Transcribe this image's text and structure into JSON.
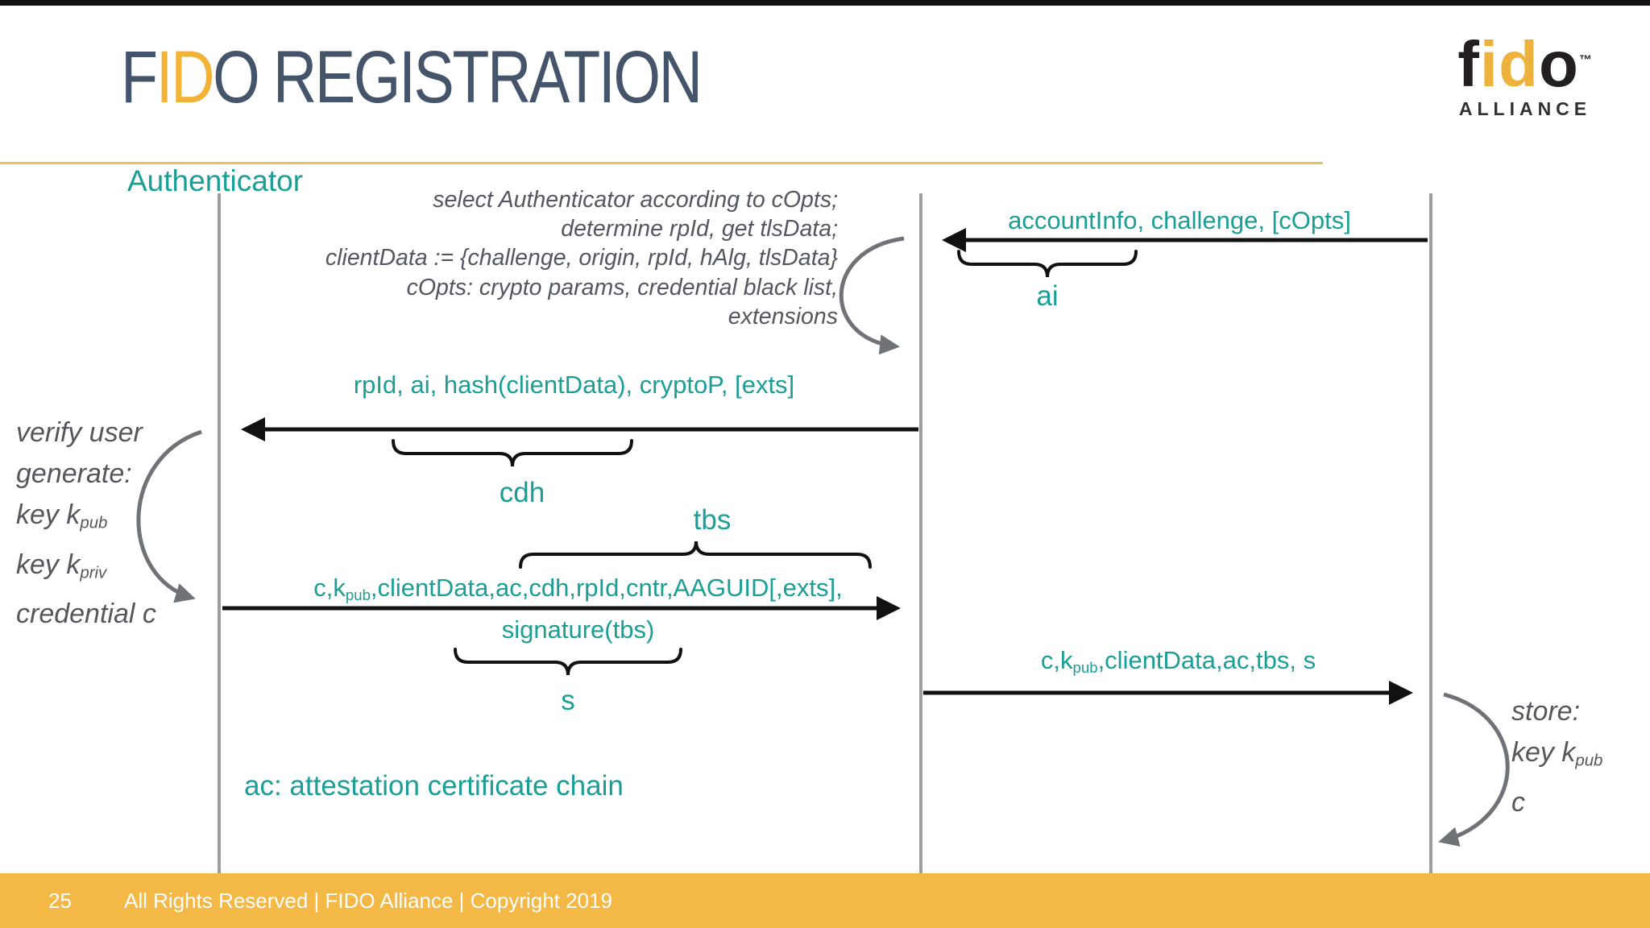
{
  "colors": {
    "teal": "#1b9e95",
    "title_dark": "#44546a",
    "accent_yellow": "#f2b235",
    "footer_bar": "#f3b845",
    "annotation_gray": "#54575c",
    "arrow_black": "#111111",
    "loop_gray": "#6f7377",
    "lifeline_gray": "#9e9e9e"
  },
  "header": {
    "title_f": "F",
    "title_id": "ID",
    "title_rest": "O REGISTRATION"
  },
  "logo": {
    "f": "f",
    "i": "i",
    "d": "d",
    "o": "o",
    "tm": "™",
    "alliance": "ALLIANCE"
  },
  "diagram": {
    "authenticator_label": "Authenticator",
    "client_note": {
      "lines": [
        "select Authenticator according to cOpts;",
        "determine rpId, get tlsData;",
        "clientData := {challenge, origin, rpId, hAlg, tlsData}",
        "cOpts: crypto params, credential black list,",
        "extensions"
      ]
    },
    "msg1": {
      "text": "accountInfo, challenge, [cOpts]",
      "label": "ai"
    },
    "msg2": {
      "text": "rpId, ai, hash(clientData), cryptoP, [exts]",
      "label": "cdh"
    },
    "msg3": {
      "line1_pre": "c,k",
      "line1_sub": "pub",
      "line1_post": ",clientData,ac,cdh,rpId,cntr,AAGUID[,exts],",
      "line2": "signature(tbs)",
      "over_label": "tbs",
      "under_label": "s"
    },
    "msg4": {
      "pre": "c,k",
      "sub": "pub",
      "post": ",clientData,ac,tbs, s"
    },
    "auth_note": {
      "line1": "verify user",
      "line2": "generate:",
      "line3_pre": "key k",
      "line3_sub": "pub",
      "line4_pre": "key k",
      "line4_sub": "priv",
      "line5": "credential c"
    },
    "store_note": {
      "line1": "store:",
      "line2_pre": "key k",
      "line2_sub": "pub",
      "line3": "c"
    },
    "ac_note": "ac: attestation certificate chain"
  },
  "footer": {
    "page_number": "25",
    "rights_text": "All Rights Reserved | FIDO Alliance | Copyright 2019"
  }
}
